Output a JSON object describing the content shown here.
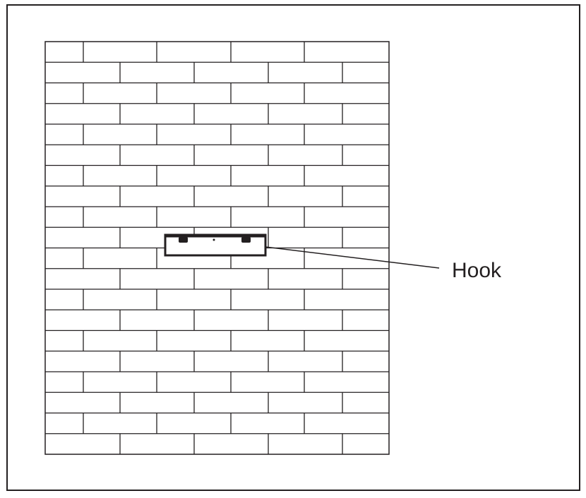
{
  "diagram": {
    "callout": {
      "label": "Hook"
    },
    "wall": {
      "rows": 20,
      "columns_full": 5
    },
    "colors": {
      "stroke": "#231f20",
      "background": "#ffffff"
    }
  }
}
